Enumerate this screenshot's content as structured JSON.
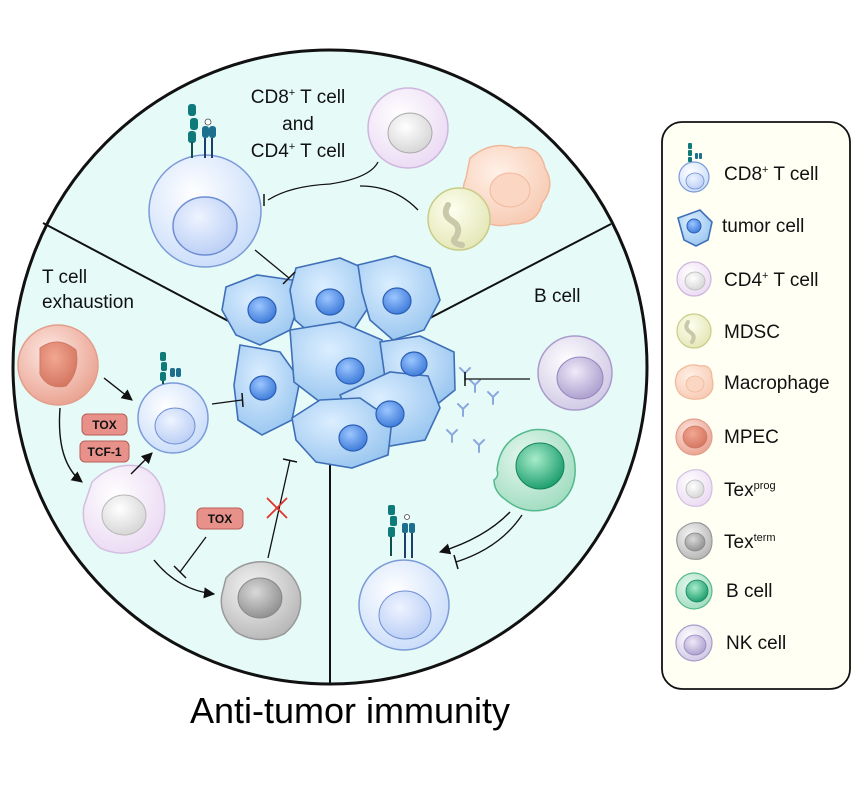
{
  "title": "Anti-tumor immunity",
  "sections": {
    "top_label_line1": "CD8",
    "top_label_line1_sup": "+",
    "top_label_line1_rest": " T cell",
    "top_label_line2": "and",
    "top_label_line3": "CD4",
    "top_label_line3_sup": "+",
    "top_label_line3_rest": " T cell",
    "left_label_line1": "T cell",
    "left_label_line2": "exhaustion",
    "right_label": "B cell"
  },
  "badges": {
    "tox_1": "TOX",
    "tcf1": "TCF-1",
    "tox_2": "TOX"
  },
  "legend": {
    "items": [
      {
        "label": "CD8",
        "sup": "+",
        "rest": " T cell",
        "icon": "cd8-t-cell-icon"
      },
      {
        "label": "tumor cell",
        "sup": "",
        "rest": "",
        "icon": "tumor-cell-icon"
      },
      {
        "label": "CD4",
        "sup": "+",
        "rest": " T cell",
        "icon": "cd4-t-cell-icon"
      },
      {
        "label": "MDSC",
        "sup": "",
        "rest": "",
        "icon": "mdsc-icon"
      },
      {
        "label": "Macrophage",
        "sup": "",
        "rest": "",
        "icon": "macrophage-icon"
      },
      {
        "label": "MPEC",
        "sup": "",
        "rest": "",
        "icon": "mpec-icon"
      },
      {
        "label": "Tex",
        "sup": "prog",
        "rest": "",
        "icon": "tex-prog-icon"
      },
      {
        "label": "Tex",
        "sup": "term",
        "rest": "",
        "icon": "tex-term-icon"
      },
      {
        "label": "B cell",
        "sup": "",
        "rest": "",
        "icon": "b-cell-icon"
      },
      {
        "label": "NK cell",
        "sup": "",
        "rest": "",
        "icon": "nk-cell-icon"
      }
    ]
  },
  "colors": {
    "circle_fill": "#e6fbf8",
    "tumor": "#a9d0f2",
    "tumor_nucleus": "#4a8de0",
    "t_cell": "#d4e4fb",
    "cd4": "#f1e9f6",
    "mdsc": "#eef0c8",
    "macrophage": "#fbd9c8",
    "mpec": "#ee9f8e",
    "tex_term": "#c9c9c9",
    "b_cell": "#5fc79b",
    "nk_cell": "#c9c2e0",
    "badge": "#e8908a"
  }
}
